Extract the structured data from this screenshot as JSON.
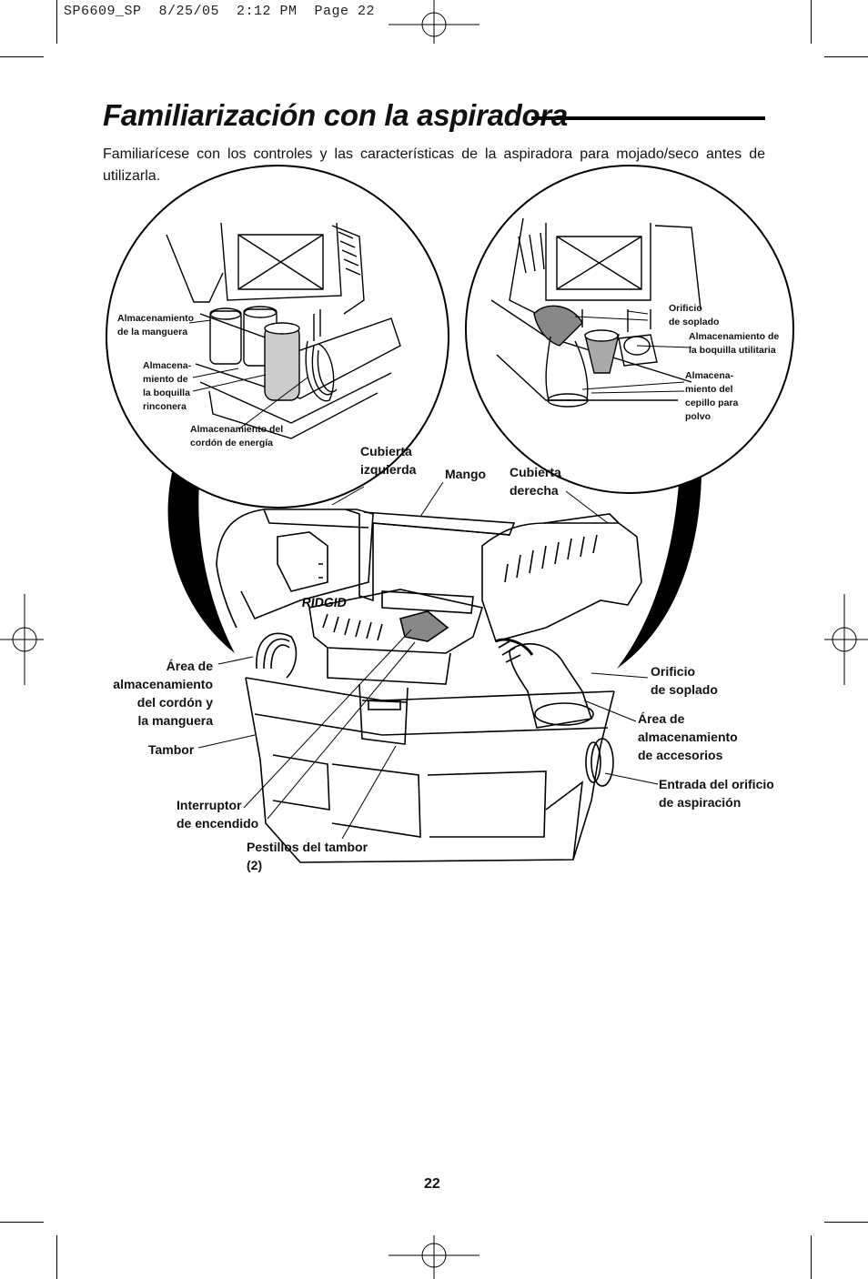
{
  "slug": "SP6609_SP  8/25/05  2:12 PM  Page 22",
  "title": "Familiarización con la aspiradora",
  "intro": "Familiarícese con los controles y las características de la aspiradora para mojado/seco antes de utilizarla.",
  "brand": "RIDGID",
  "left_inset_labels": {
    "hose_storage": "Almacenamiento\nde la manguera",
    "crevice_storage": "Almacena-\nmiento de\nla boquilla\nrinconera",
    "cord_storage": "Almacenamiento del\ncordón de energía"
  },
  "right_inset_labels": {
    "blower_port": "Orificio\nde soplado",
    "utility_nozzle": "Almacenamiento de\nla boquilla utilitaria",
    "dusting_brush": "Almacena-\nmiento del\ncepillo para\npolvo"
  },
  "main_labels": {
    "left_cover": "Cubierta\nizquierda",
    "handle": "Mango",
    "right_cover": "Cubierta\nderecha",
    "cord_hose_area": "Área de\nalmacenamiento\ndel cordón y\nla manguera",
    "drum": "Tambor",
    "switch": "Interruptor\nde encendido",
    "drum_latches": "Pestillos del tambor\n(2)",
    "blower_port": "Orificio\nde soplado",
    "accessory_area": "Área de\nalmacenamiento\nde accesorios",
    "vacuum_inlet": "Entrada del orificio\nde aspiración"
  },
  "page_number": "22"
}
